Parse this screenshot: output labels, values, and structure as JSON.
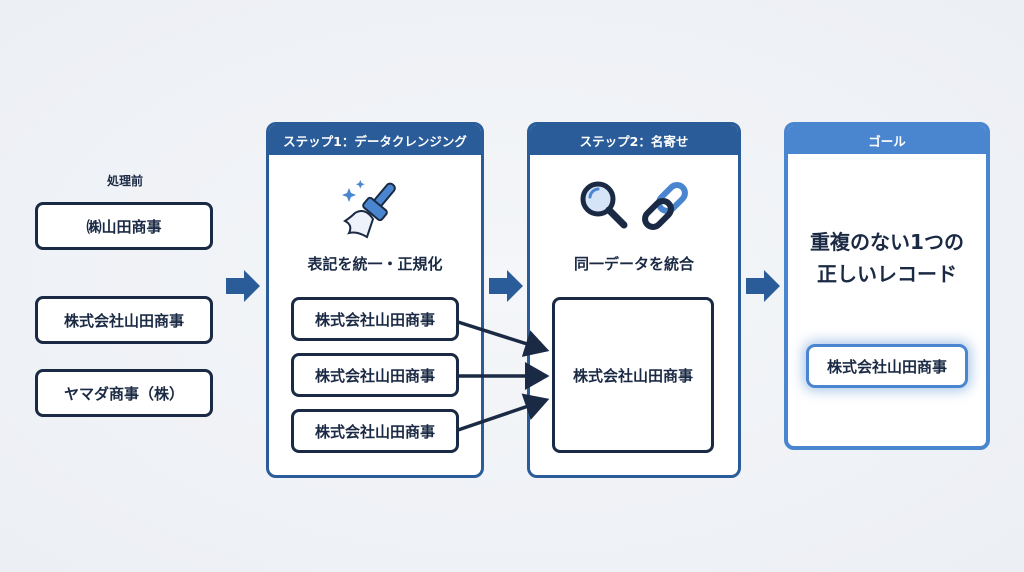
{
  "before": {
    "label": "処理前",
    "records": [
      "㈱山田商事",
      "株式会社山田商事",
      "ヤマダ商事（株）"
    ]
  },
  "step1": {
    "header": "ステップ1：データクレンジング",
    "icon": "broom-sparkle-icon",
    "subtitle": "表記を統一・正規化",
    "records": [
      "株式会社山田商事",
      "株式会社山田商事",
      "株式会社山田商事"
    ]
  },
  "step2": {
    "header": "ステップ2：名寄せ",
    "icons": [
      "magnifier-icon",
      "link-icon"
    ],
    "subtitle": "同一データを統合",
    "merged_record": "株式会社山田商事"
  },
  "goal": {
    "header": "ゴール",
    "title_line1": "重複のない1つの",
    "title_line2": "正しいレコード",
    "record": "株式会社山田商事"
  },
  "colors": {
    "dark_navy": "#1b2a44",
    "step_blue": "#2a5c9a",
    "goal_blue": "#4a86cf",
    "arrow_blue": "#2a5c9a"
  }
}
